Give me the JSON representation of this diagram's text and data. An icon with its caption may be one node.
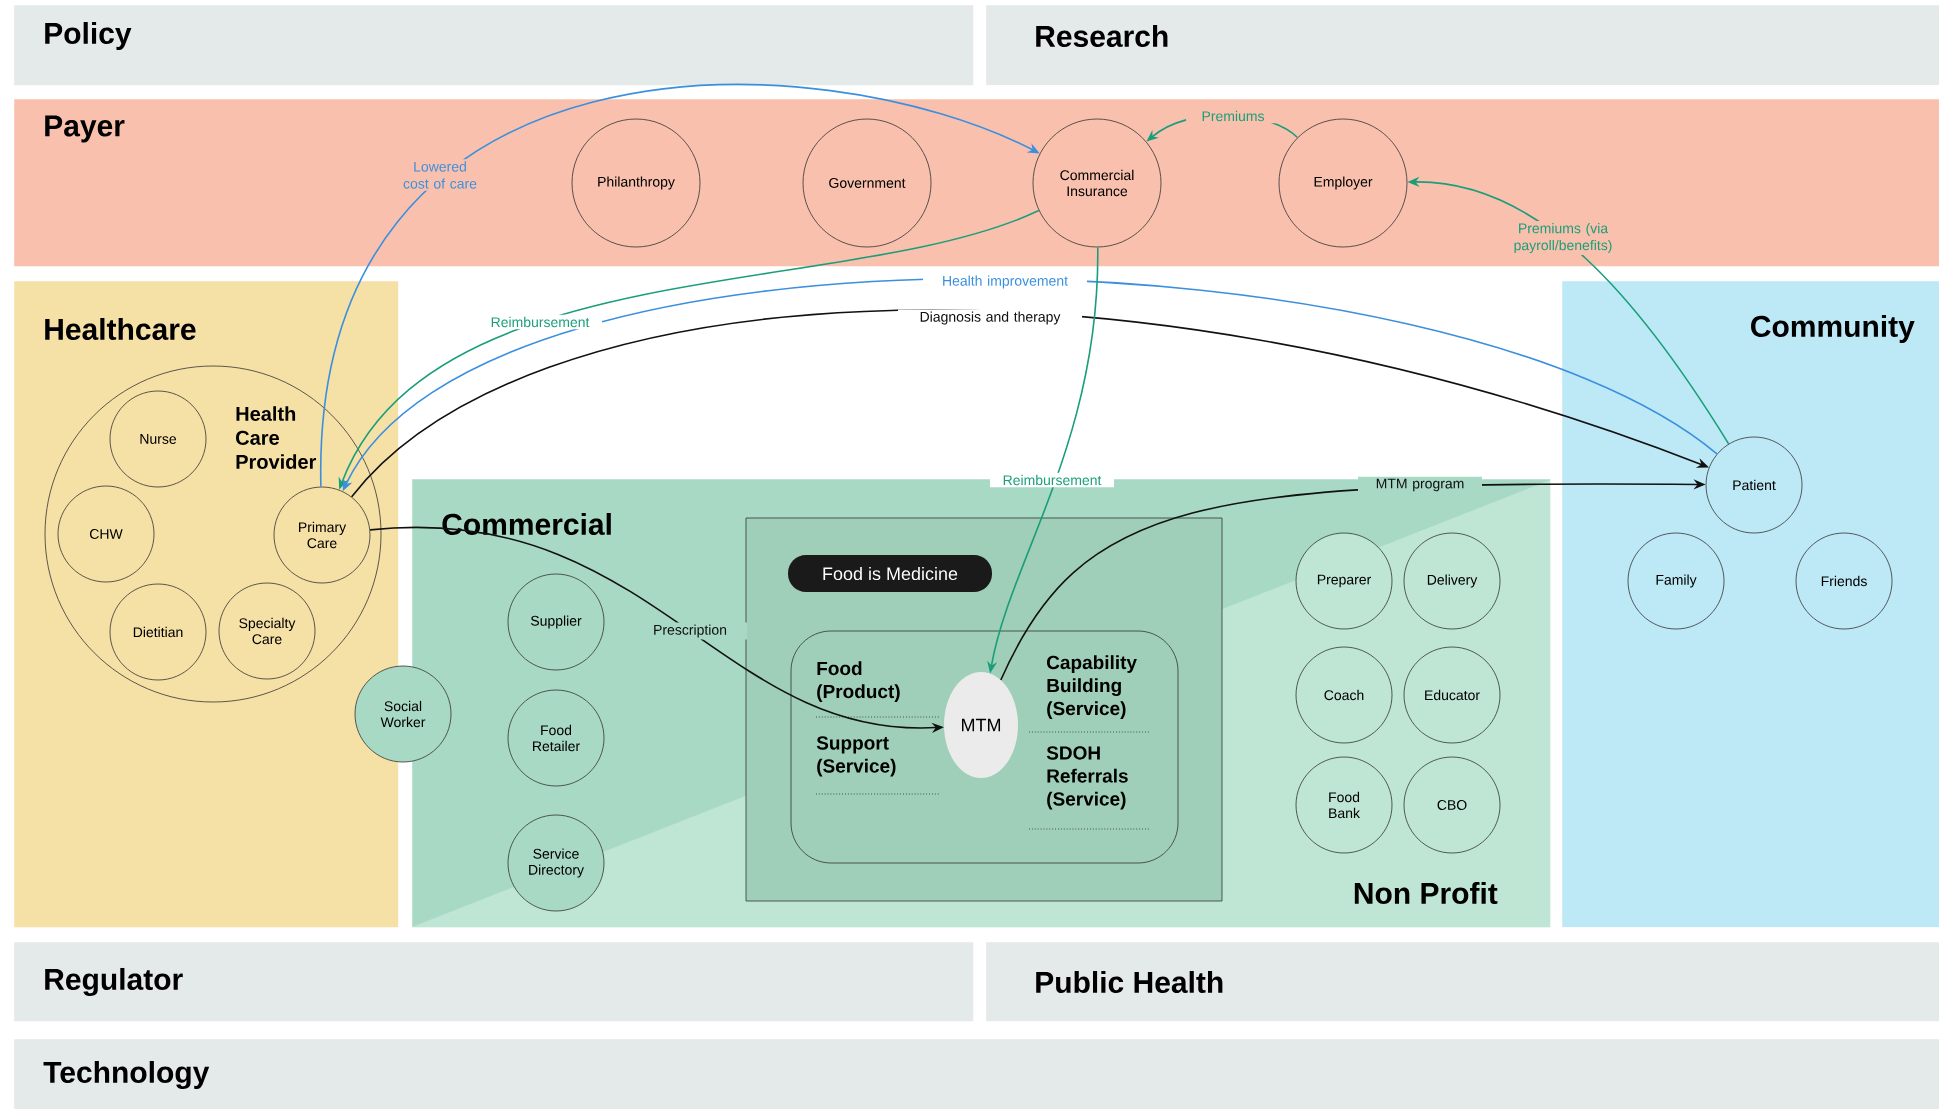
{
  "diagram": {
    "nodes": [
      {
        "text": [
          "Policy"
        ]
      },
      {
        "text": [
          "Research"
        ]
      },
      {
        "text": [
          "Payer"
        ]
      },
      {
        "text": [
          "Philanthropy"
        ],
        "in": 2
      },
      {
        "text": [
          "Government"
        ],
        "in": 2
      },
      {
        "text": [
          "Commercial Insurance"
        ],
        "in": 2
      },
      {
        "text": [
          "Employer"
        ],
        "in": 2
      },
      {
        "text": [
          "Healthcare"
        ]
      },
      {
        "text": [
          "Health Care Provider"
        ],
        "in": 7
      },
      {
        "text": [
          "Nurse"
        ],
        "in": 8
      },
      {
        "text": [
          "CHW"
        ],
        "in": 8
      },
      {
        "text": [
          "Primary Care"
        ],
        "in": 8
      },
      {
        "text": [
          "Dietitian"
        ],
        "in": 8
      },
      {
        "text": [
          "Specialty Care"
        ],
        "in": 8
      },
      {
        "text": [
          "Social Worker"
        ]
      },
      {
        "text": [
          "Commercial"
        ]
      },
      {
        "text": [
          "Supplier"
        ],
        "in": 15
      },
      {
        "text": [
          "Food Retailer"
        ],
        "in": 15
      },
      {
        "text": [
          "Service Directory"
        ],
        "in": 15
      },
      {
        "text": [],
        "shape": "box",
        "in": 15
      },
      {
        "text": [
          "Food is Medicine"
        ],
        "in": 19
      },
      {
        "text": [
          "Food (Product)",
          "Support (Service)",
          "Capability Building (Service)",
          "SDOH Referrals (Service)"
        ],
        "in": 19
      },
      {
        "text": [
          "MTM"
        ],
        "in": 21
      },
      {
        "text": [
          "Non Profit"
        ],
        "in": 15
      },
      {
        "text": [
          "Preparer"
        ],
        "in": 23
      },
      {
        "text": [
          "Delivery"
        ],
        "in": 23
      },
      {
        "text": [
          "Coach"
        ],
        "in": 23
      },
      {
        "text": [
          "Educator"
        ],
        "in": 23
      },
      {
        "text": [
          "Food Bank"
        ],
        "in": 23
      },
      {
        "text": [
          "CBO"
        ],
        "in": 23
      },
      {
        "text": [
          "Community"
        ]
      },
      {
        "text": [
          "Patient"
        ],
        "in": 30
      },
      {
        "text": [
          "Family"
        ],
        "in": 30
      },
      {
        "text": [
          "Friends"
        ],
        "in": 30
      },
      {
        "text": [
          "Regulator"
        ]
      },
      {
        "text": [
          "Public Health"
        ]
      },
      {
        "text": [
          "Technology"
        ]
      }
    ],
    "edges": [
      {
        "from": 11,
        "to": 5,
        "arrow": "to",
        "label": "Lowered cost of care",
        "color": "#3b8fdf"
      },
      {
        "from": 6,
        "to": 5,
        "arrow": "to",
        "label": "Premiums",
        "color": "#1a9e7a"
      },
      {
        "from": 31,
        "to": 6,
        "arrow": "to",
        "label": "Premiums (via payroll/benefits)",
        "color": "#1a9e7a"
      },
      {
        "from": 5,
        "to": 11,
        "arrow": "to",
        "label": "Reimbursement",
        "color": "#1a9e7a"
      },
      {
        "from": 31,
        "to": 11,
        "arrow": "to",
        "label": "Health improvement",
        "color": "#3b8fdf"
      },
      {
        "from": 11,
        "to": 31,
        "arrow": "to",
        "label": "Diagnosis and therapy",
        "color": "#111111"
      },
      {
        "from": 5,
        "to": 22,
        "arrow": "to",
        "label": "Reimbursement",
        "color": "#1a9e7a"
      },
      {
        "from": 11,
        "to": 22,
        "arrow": "to",
        "label": "Prescription",
        "color": "#111111"
      },
      {
        "from": 22,
        "to": 31,
        "arrow": "to",
        "label": "MTM program",
        "color": "#111111"
      }
    ]
  }
}
